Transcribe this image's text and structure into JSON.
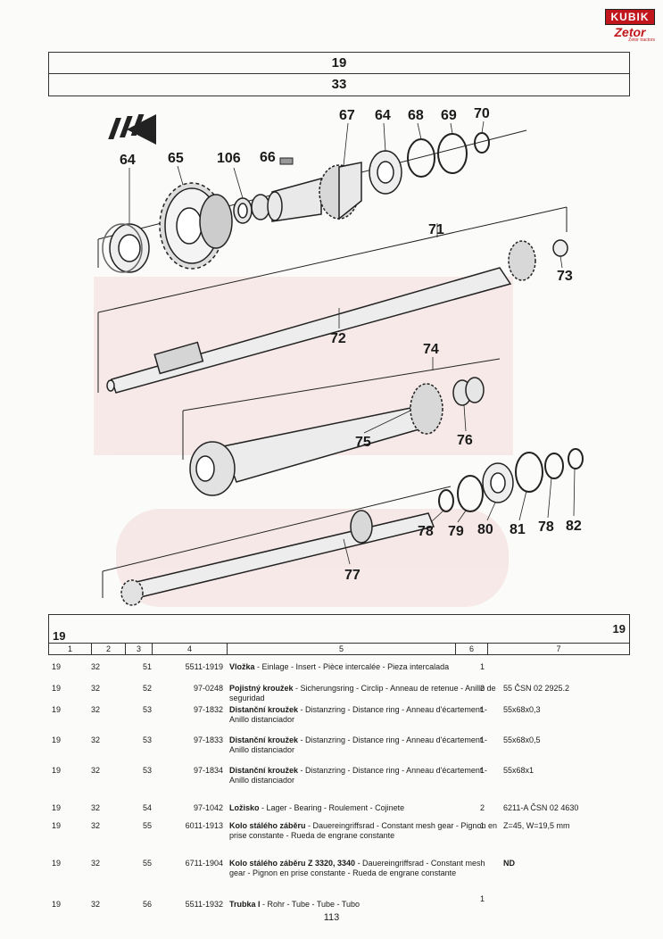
{
  "logo": {
    "top": "KUBIK",
    "brand": "Zetor",
    "sub": "Zetor tractors"
  },
  "header": {
    "group": "19",
    "subgroup": "33"
  },
  "callouts": [
    "64",
    "65",
    "106",
    "66",
    "67",
    "64",
    "68",
    "69",
    "70",
    "71",
    "73",
    "72",
    "74",
    "75",
    "76",
    "77",
    "78",
    "79",
    "80",
    "81",
    "78",
    "82"
  ],
  "table": {
    "group_left": "19",
    "group_right": "19",
    "columns": [
      "1",
      "2",
      "3",
      "4",
      "5",
      "6",
      "7"
    ],
    "rows": [
      {
        "c1": "19",
        "c2": "32",
        "c3": "51",
        "c4": "5511-1919",
        "name": "Vložka",
        "desc": " - Einlage - Insert - Pièce intercalée - Pieza intercalada",
        "qty": "1",
        "note": ""
      },
      {
        "c1": "19",
        "c2": "32",
        "c3": "52",
        "c4": "97-0248",
        "name": "Pojistný kroužek",
        "desc": " - Sicherungsring - Circlip - Anneau de retenue - Anillo de seguridad",
        "qty": "2",
        "note": "55 ČSN 02 2925.2"
      },
      {
        "c1": "19",
        "c2": "32",
        "c3": "53",
        "c4": "97-1832",
        "name": "Distanční kroužek",
        "desc": " - Distanzring - Distance ring - Anneau d'écartement - Anillo distanciador",
        "qty": "1",
        "note": "55x68x0,3"
      },
      {
        "c1": "19",
        "c2": "32",
        "c3": "53",
        "c4": "97-1833",
        "name": "Distanční kroužek",
        "desc": " - Distanzring - Distance ring - Anneau d'écartement - Anillo distanciador",
        "qty": "1",
        "note": "55x68x0,5"
      },
      {
        "c1": "19",
        "c2": "32",
        "c3": "53",
        "c4": "97-1834",
        "name": "Distanční kroužek",
        "desc": " - Distanzring - Distance ring - Anneau d'écartement - Anillo distanciador",
        "qty": "1",
        "note": "55x68x1"
      },
      {
        "c1": "19",
        "c2": "32",
        "c3": "54",
        "c4": "97-1042",
        "name": "Ložisko",
        "desc": " - Lager - Bearing - Roulement - Cojinete",
        "qty": "2",
        "note": "6211-A ČSN 02 4630"
      },
      {
        "c1": "19",
        "c2": "32",
        "c3": "55",
        "c4": "6011-1913",
        "name": "Kolo stálého záběru",
        "desc": " - Dauereingriffsrad - Constant mesh gear - Pignon en prise constante - Rueda de engrane constante",
        "qty": "1",
        "note": "Z=45, W=19,5 mm"
      },
      {
        "c1": "19",
        "c2": "32",
        "c3": "55",
        "c4": "6711-1904",
        "name": "Kolo stálého záběru Z 3320, 3340",
        "desc": " - Dauereingriffsrad - Constant mesh gear - Pignon en prise constante - Rueda de engrane constante",
        "qty": "",
        "note": "ND"
      },
      {
        "c1": "19",
        "c2": "32",
        "c3": "56",
        "c4": "5511-1932",
        "name": "Trubka I",
        "desc": " - Rohr - Tube - Tube - Tubo",
        "qty": "1",
        "note": ""
      }
    ]
  },
  "page_number": "113"
}
